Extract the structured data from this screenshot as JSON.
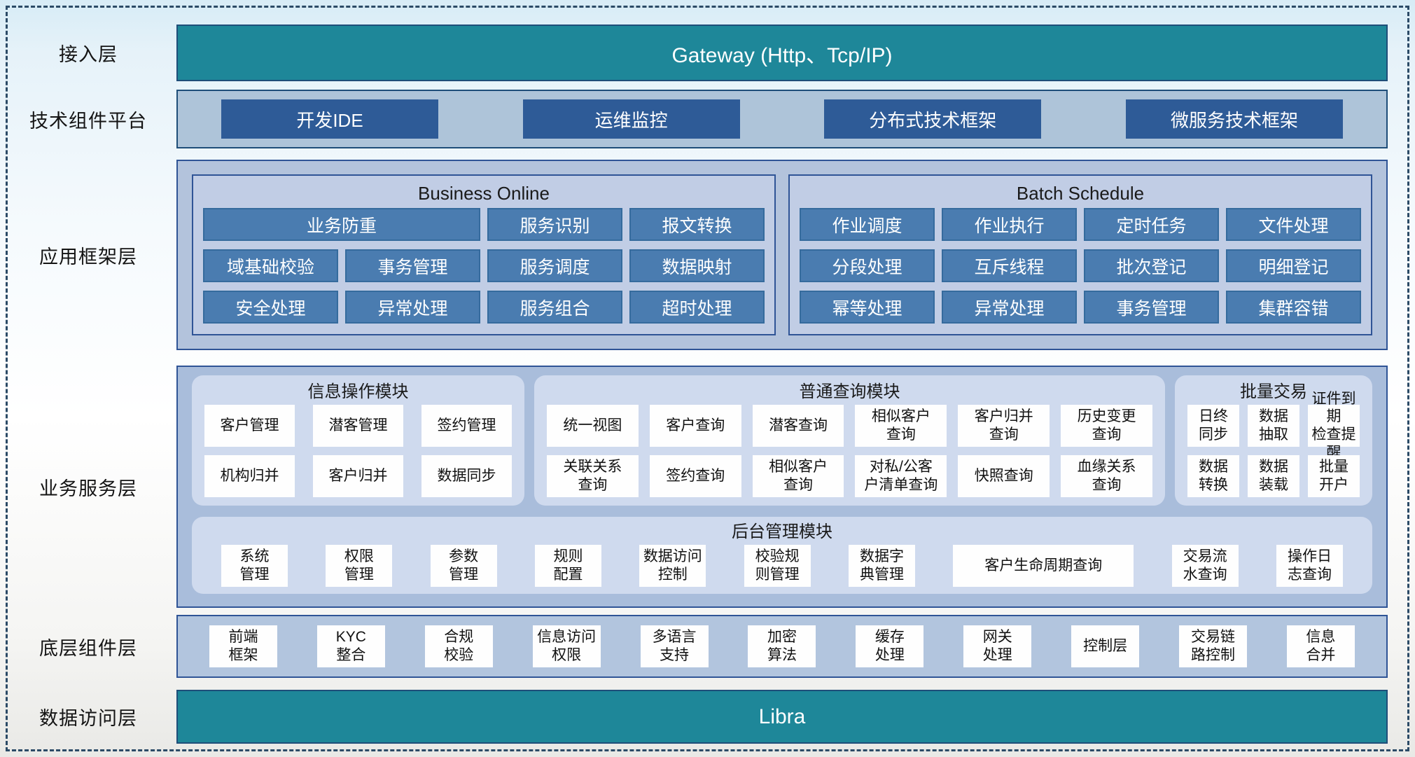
{
  "colors": {
    "teal": "#1e8799",
    "navy_border": "#1f4e79",
    "panel_border": "#2f5496",
    "dark_blue_button": "#2e5b97",
    "mid_blue_button": "#4a7cb0",
    "panel_light": "#b3c3dc",
    "panel_lighter": "#cfdaee"
  },
  "access_layer": {
    "label": "接入层",
    "gateway_label": "Gateway (Http、Tcp/IP)"
  },
  "tech_platform": {
    "label": "技术组件平台",
    "buttons": [
      "开发IDE",
      "运维监控",
      "分布式技术框架",
      "微服务技术框架"
    ]
  },
  "app_framework": {
    "label": "应用框架层",
    "business_online": {
      "title": "Business Online",
      "cells": [
        {
          "label": "业务防重",
          "cls": "span2"
        },
        "服务识别",
        "报文转换",
        "域基础校验",
        "事务管理",
        "服务调度",
        "数据映射",
        "安全处理",
        "异常处理",
        "服务组合",
        "超时处理"
      ]
    },
    "batch_schedule": {
      "title": "Batch Schedule",
      "cells": [
        "作业调度",
        "作业执行",
        "定时任务",
        "文件处理",
        "分段处理",
        "互斥线程",
        "批次登记",
        "明细登记",
        "幂等处理",
        "异常处理",
        "事务管理",
        "集群容错"
      ]
    }
  },
  "business_service": {
    "label": "业务服务层",
    "info_module": {
      "title": "信息操作模块",
      "cells": [
        "客户管理",
        "潜客管理",
        "签约管理",
        "机构归并",
        "客户归并",
        "数据同步"
      ]
    },
    "query_module": {
      "title": "普通查询模块",
      "cells": [
        "统一视图",
        "客户查询",
        "潜客查询",
        "相似客户\n查询",
        "客户归并\n查询",
        "历史变更\n查询",
        "关联关系\n查询",
        "签约查询",
        "相似客户\n查询",
        "对私/公客\n户清单查询",
        "快照查询",
        "血缘关系\n查询"
      ]
    },
    "batch_trade": {
      "title": "批量交易",
      "cells": [
        "日终\n同步",
        "数据\n抽取",
        "证件到期\n检查提醒",
        "数据\n转换",
        "数据\n装载",
        "批量\n开户"
      ]
    },
    "admin_module": {
      "title": "后台管理模块",
      "cells": [
        "系统\n管理",
        "权限\n管理",
        "参数\n管理",
        "规则\n配置",
        "数据访问\n控制",
        "校验规\n则管理",
        "数据字\n典管理",
        {
          "label": "客户生命周期查询",
          "cls": "wide"
        },
        "交易流\n水查询",
        "操作日\n志查询"
      ]
    }
  },
  "base_components": {
    "label": "底层组件层",
    "cells": [
      "前端\n框架",
      "KYC\n整合",
      "合规\n校验",
      "信息访问\n权限",
      "多语言\n支持",
      "加密\n算法",
      "缓存\n处理",
      "网关\n处理",
      "控制层",
      "交易链\n路控制",
      "信息\n合并"
    ]
  },
  "data_access": {
    "label": "数据访问层",
    "bar_label": "Libra"
  }
}
